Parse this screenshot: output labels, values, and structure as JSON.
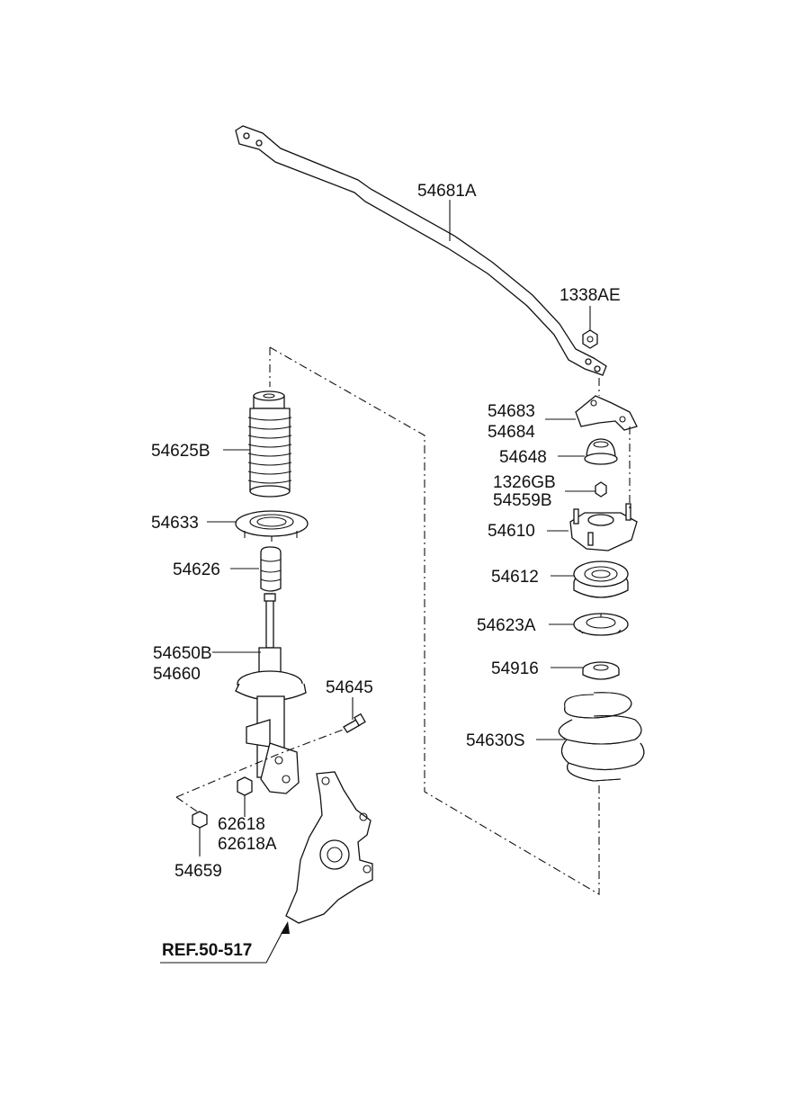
{
  "labels": {
    "stabilizer_bar": "54681A",
    "top_nut": "1338AE",
    "bracket_a": "54683",
    "bracket_b": "54684",
    "bumper_cap": "54648",
    "lock_nut_a": "1326GB",
    "lock_nut_b": "54559B",
    "insulator": "54610",
    "bearing": "54612",
    "spring_pad_upper": "54623A",
    "spring_pad_lower": "54916",
    "coil_spring": "54630S",
    "dust_cover": "54625B",
    "spring_seat": "54633",
    "bump_stopper": "54626",
    "strut_a": "54650B",
    "strut_b": "54660",
    "bolt": "54645",
    "washer_a": "62618",
    "washer_b": "62618A",
    "nut": "54659",
    "reference": "REF.50-517"
  }
}
